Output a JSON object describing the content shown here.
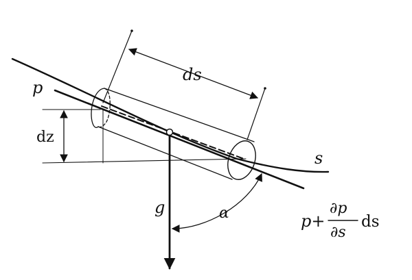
{
  "labels": {
    "ds_top": "ds",
    "p_left": "p",
    "dz": "dz",
    "s": "s",
    "g": "g",
    "alpha": "α",
    "p_right_prefix": "p+",
    "frac_num": "∂p",
    "frac_den": "∂s",
    "ds_suffix": "ds"
  }
}
